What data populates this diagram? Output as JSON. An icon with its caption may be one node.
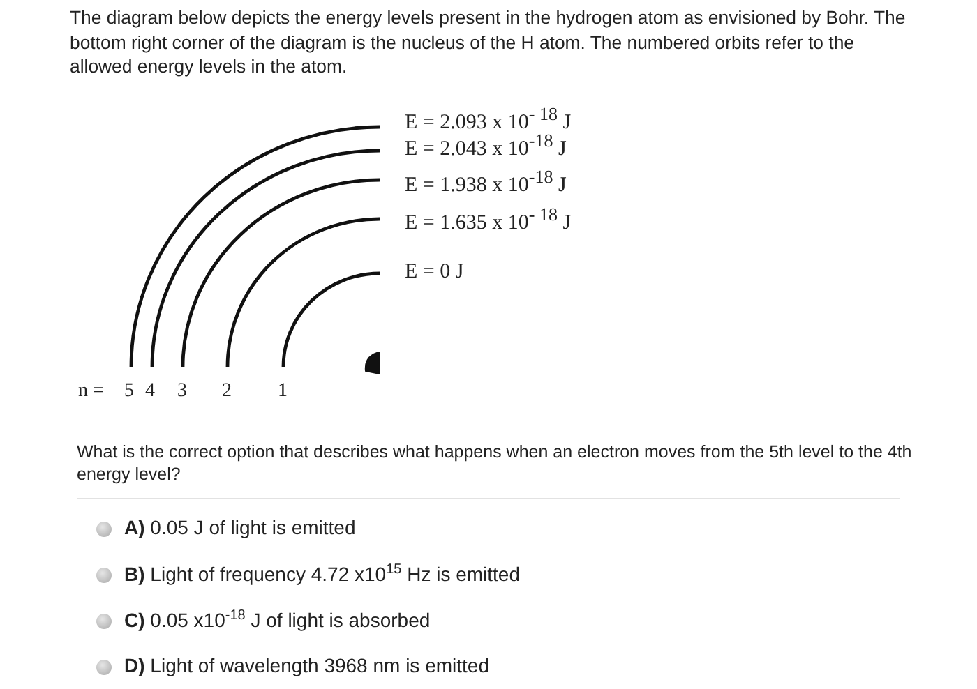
{
  "diagram": {
    "labels": [
      "The diagram below depicts the energy levels present in the hydrogen atom as envisioned by Bohr. The bottom right corner of the diagram is the nucleus of the H atom. The numbered orbits refer to the allowed energy levels in the atom.",
      "E = 2.093 x 10$^{- 18}$ J",
      "E = 2.043 x 10$^{-18}$ J",
      "E = 1.938 x 10$^{-18}$ J",
      "E = 1.635 x 10$^{- 18}$ J",
      "E = 0 J",
      "n =",
      "5",
      "4",
      "3",
      "2",
      "1",
      "What is the correct option that describes what happens when an electron moves from the 5th level to the 4th energy level?",
      "**A)** 0.05 J of light is emitted",
      "**B)** Light of frequency 4.72 x10$^{15}$ Hz is emitted",
      "**C)** 0.05 x10$^{-18}$ J of light is absorbed",
      "**D)** Light of wavelength 3968 nm is emitted"
    ]
  }
}
